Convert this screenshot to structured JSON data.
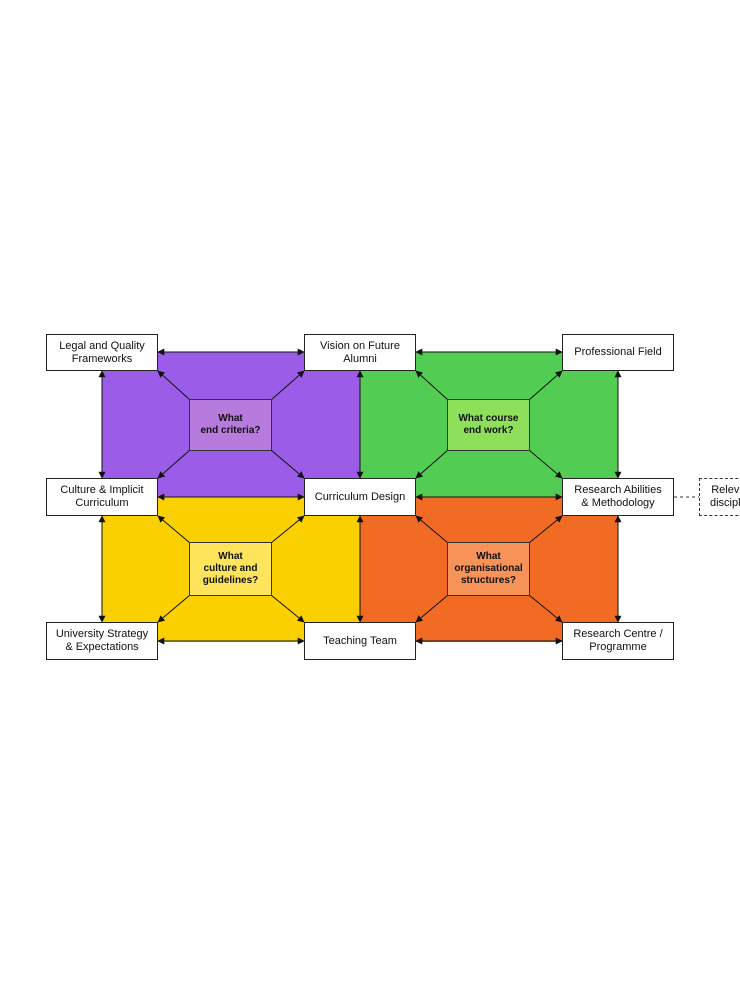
{
  "colors": {
    "purple": "#9b5ce8",
    "purple_light": "#b67bdc",
    "green": "#52cc52",
    "green_light": "#8ee05a",
    "yellow": "#fbd000",
    "yellow_light": "#fde45a",
    "orange": "#f26b25",
    "orange_light": "#f79258"
  },
  "nodes": {
    "legal": "Legal and Quality\nFrameworks",
    "vision": "Vision on Future\nAlumni",
    "professional": "Professional Field",
    "culture": "Culture & Implicit\nCurriculum",
    "curriculum": "Curriculum Design",
    "research_abilities": "Research Abilities\n& Methodology",
    "relevant": "Relev\ndiscipl",
    "university": "University Strategy\n& Expectations",
    "teaching": "Teaching Team",
    "research_centre": "Research Centre /\nProgramme"
  },
  "questions": {
    "end_criteria": "What\nend criteria?",
    "course_work": "What course\nend work?",
    "culture_guidelines": "What\nculture and\nguidelines?",
    "org_structures": "What\norganisational\nstructures?"
  }
}
